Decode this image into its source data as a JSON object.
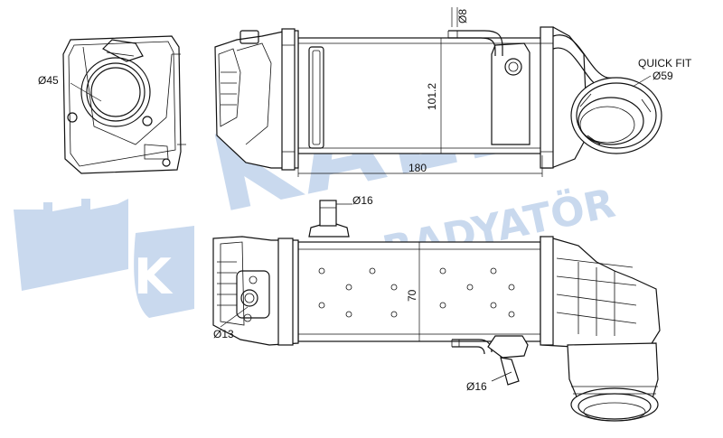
{
  "watermark": {
    "brand": "KALE",
    "tagline": "OTO RADYATÖR",
    "logo_mark": "K",
    "color": "#c9d9ee"
  },
  "labels": {
    "inlet_diameter": "Ø45",
    "pipe_small_diameter": "Ø8",
    "quick_fit_title": "QUICK FIT",
    "quick_fit_diameter": "Ø59",
    "height_dim": "101.2",
    "width_dim": "180",
    "top_port_diameter": "Ø16",
    "depth_dim": "70",
    "side_port_diameter": "Ø13",
    "bottom_port_diameter": "Ø16"
  }
}
